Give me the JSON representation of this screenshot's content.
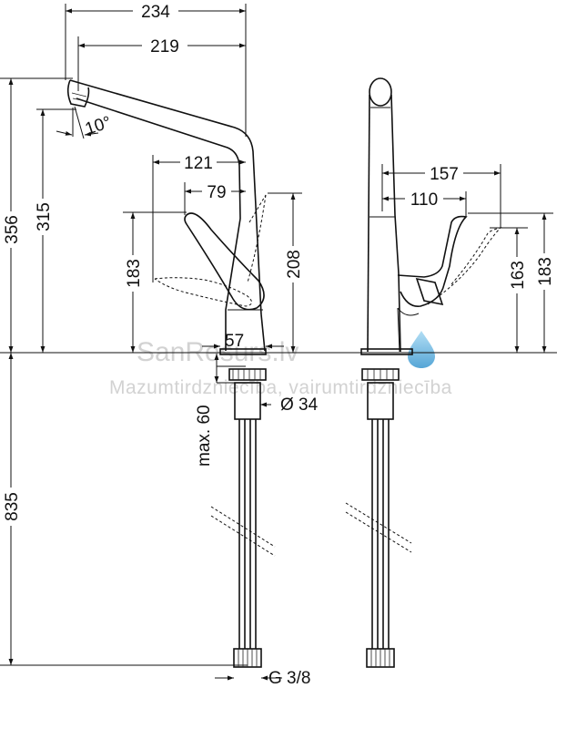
{
  "dimensions": {
    "front_spout_reach_total": "234",
    "front_spout_reach": "219",
    "front_total_height": "356",
    "front_outlet_height": "315",
    "spray_angle": "10°",
    "lever_reach": "121",
    "lever_reach_short": "79",
    "lever_height": "183",
    "lever_swing_height": "208",
    "base_diameter": "57",
    "max_counter_thickness": "max. 60",
    "shank_diameter": "Ø 34",
    "hose_length": "835",
    "connection_thread": "G 3/8",
    "side_lever_reach": "157",
    "side_lever_reach_short": "110",
    "side_lever_height": "163",
    "side_lever_height_max": "183"
  },
  "watermark": {
    "brand": "SanResurs.lv",
    "tagline": "Mazumtirdzniecība, vairumtirdzniecība"
  },
  "colors": {
    "line": "#111111",
    "watermark": "#c4c4c4",
    "drop_light": "#9fd6f2",
    "drop_dark": "#2b8fcc"
  }
}
